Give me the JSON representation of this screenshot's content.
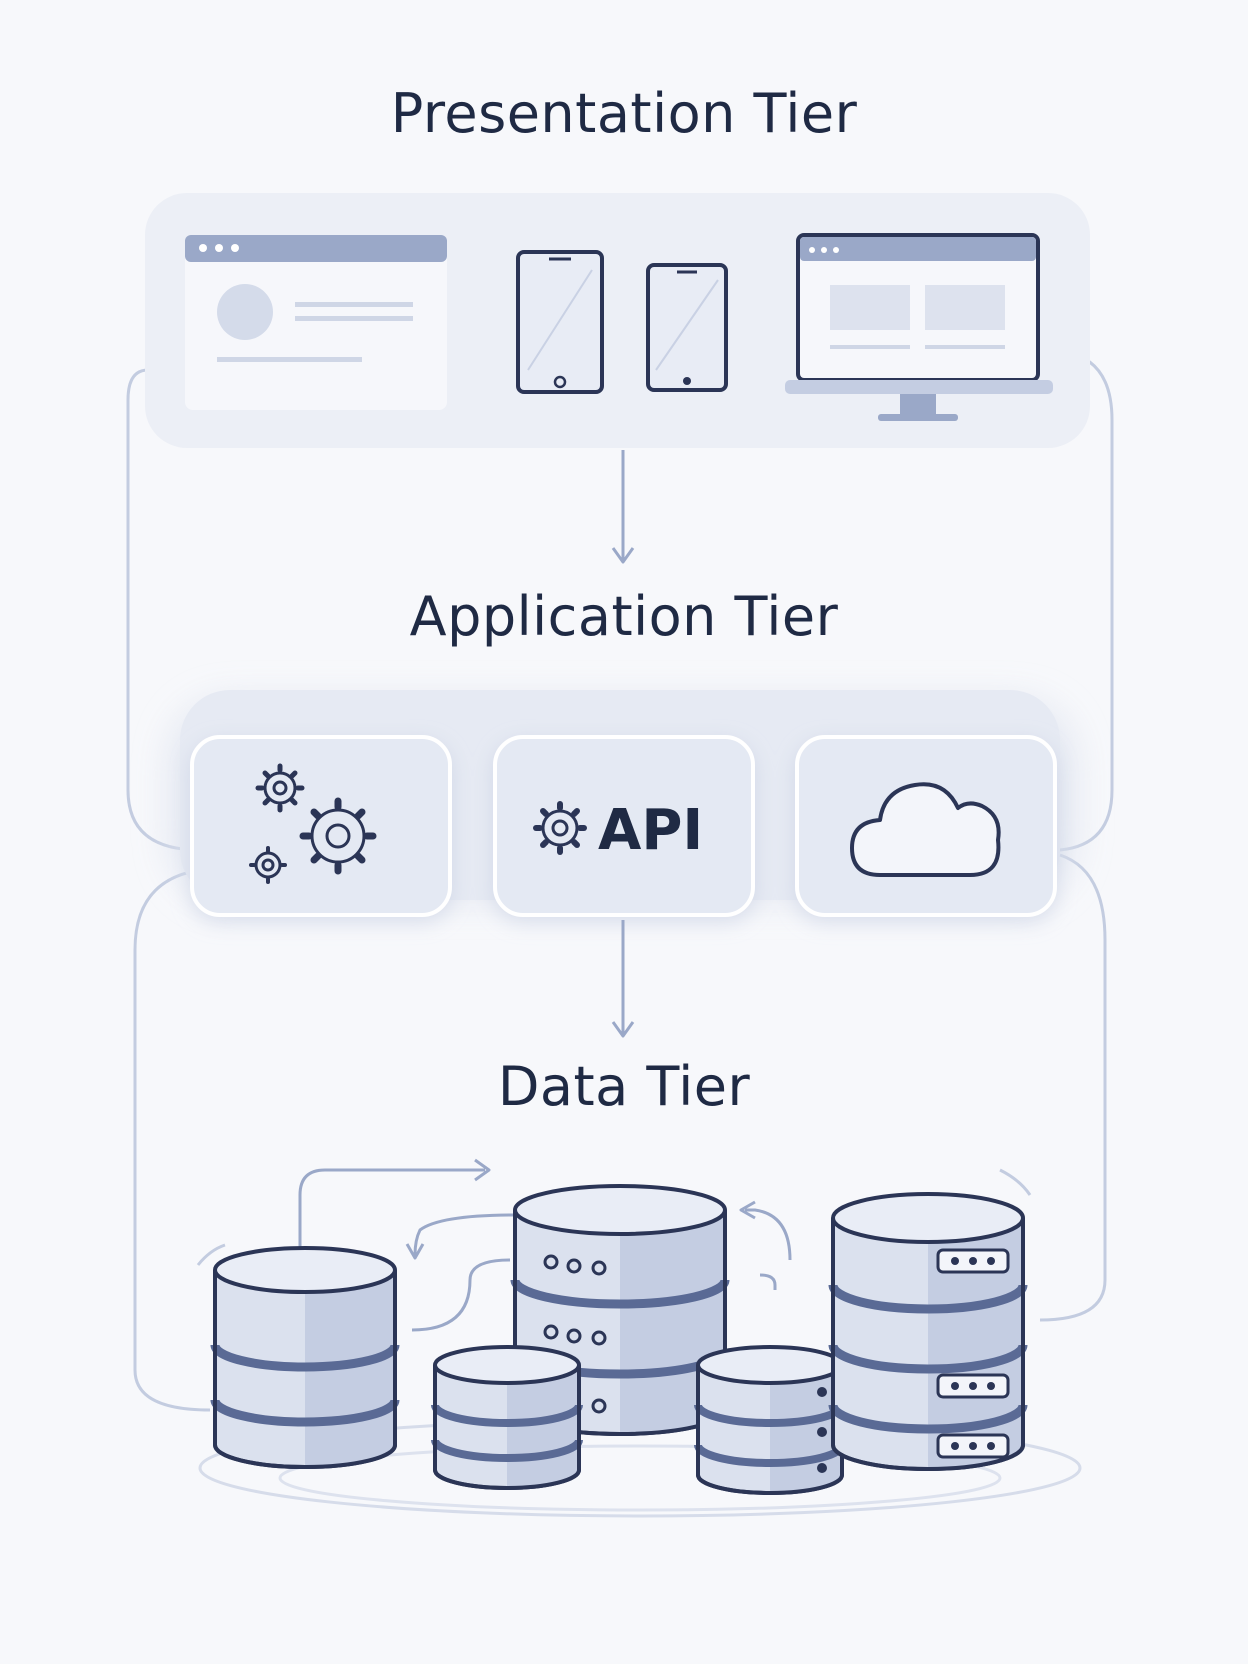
{
  "tiers": [
    {
      "title": "Presentation Tier"
    },
    {
      "title": "Application Tier"
    },
    {
      "title": "Data Tier"
    }
  ],
  "application": {
    "api_label": "API"
  },
  "icons": {
    "presentation": [
      "browser-window-icon",
      "tablet-icon",
      "smartphone-icon",
      "desktop-monitor-icon"
    ],
    "application": [
      "gears-icon",
      "api-gear-icon",
      "cloud-icon"
    ],
    "data": [
      "database-icon"
    ]
  },
  "colors": {
    "title": "#1f2a44",
    "outline": "#2b3556",
    "fill_light": "#e3e8f3",
    "fill_mid": "#c4cde2",
    "accent": "#9aa8c8",
    "connector": "#a9b6d2",
    "panel": "#eceff6"
  }
}
